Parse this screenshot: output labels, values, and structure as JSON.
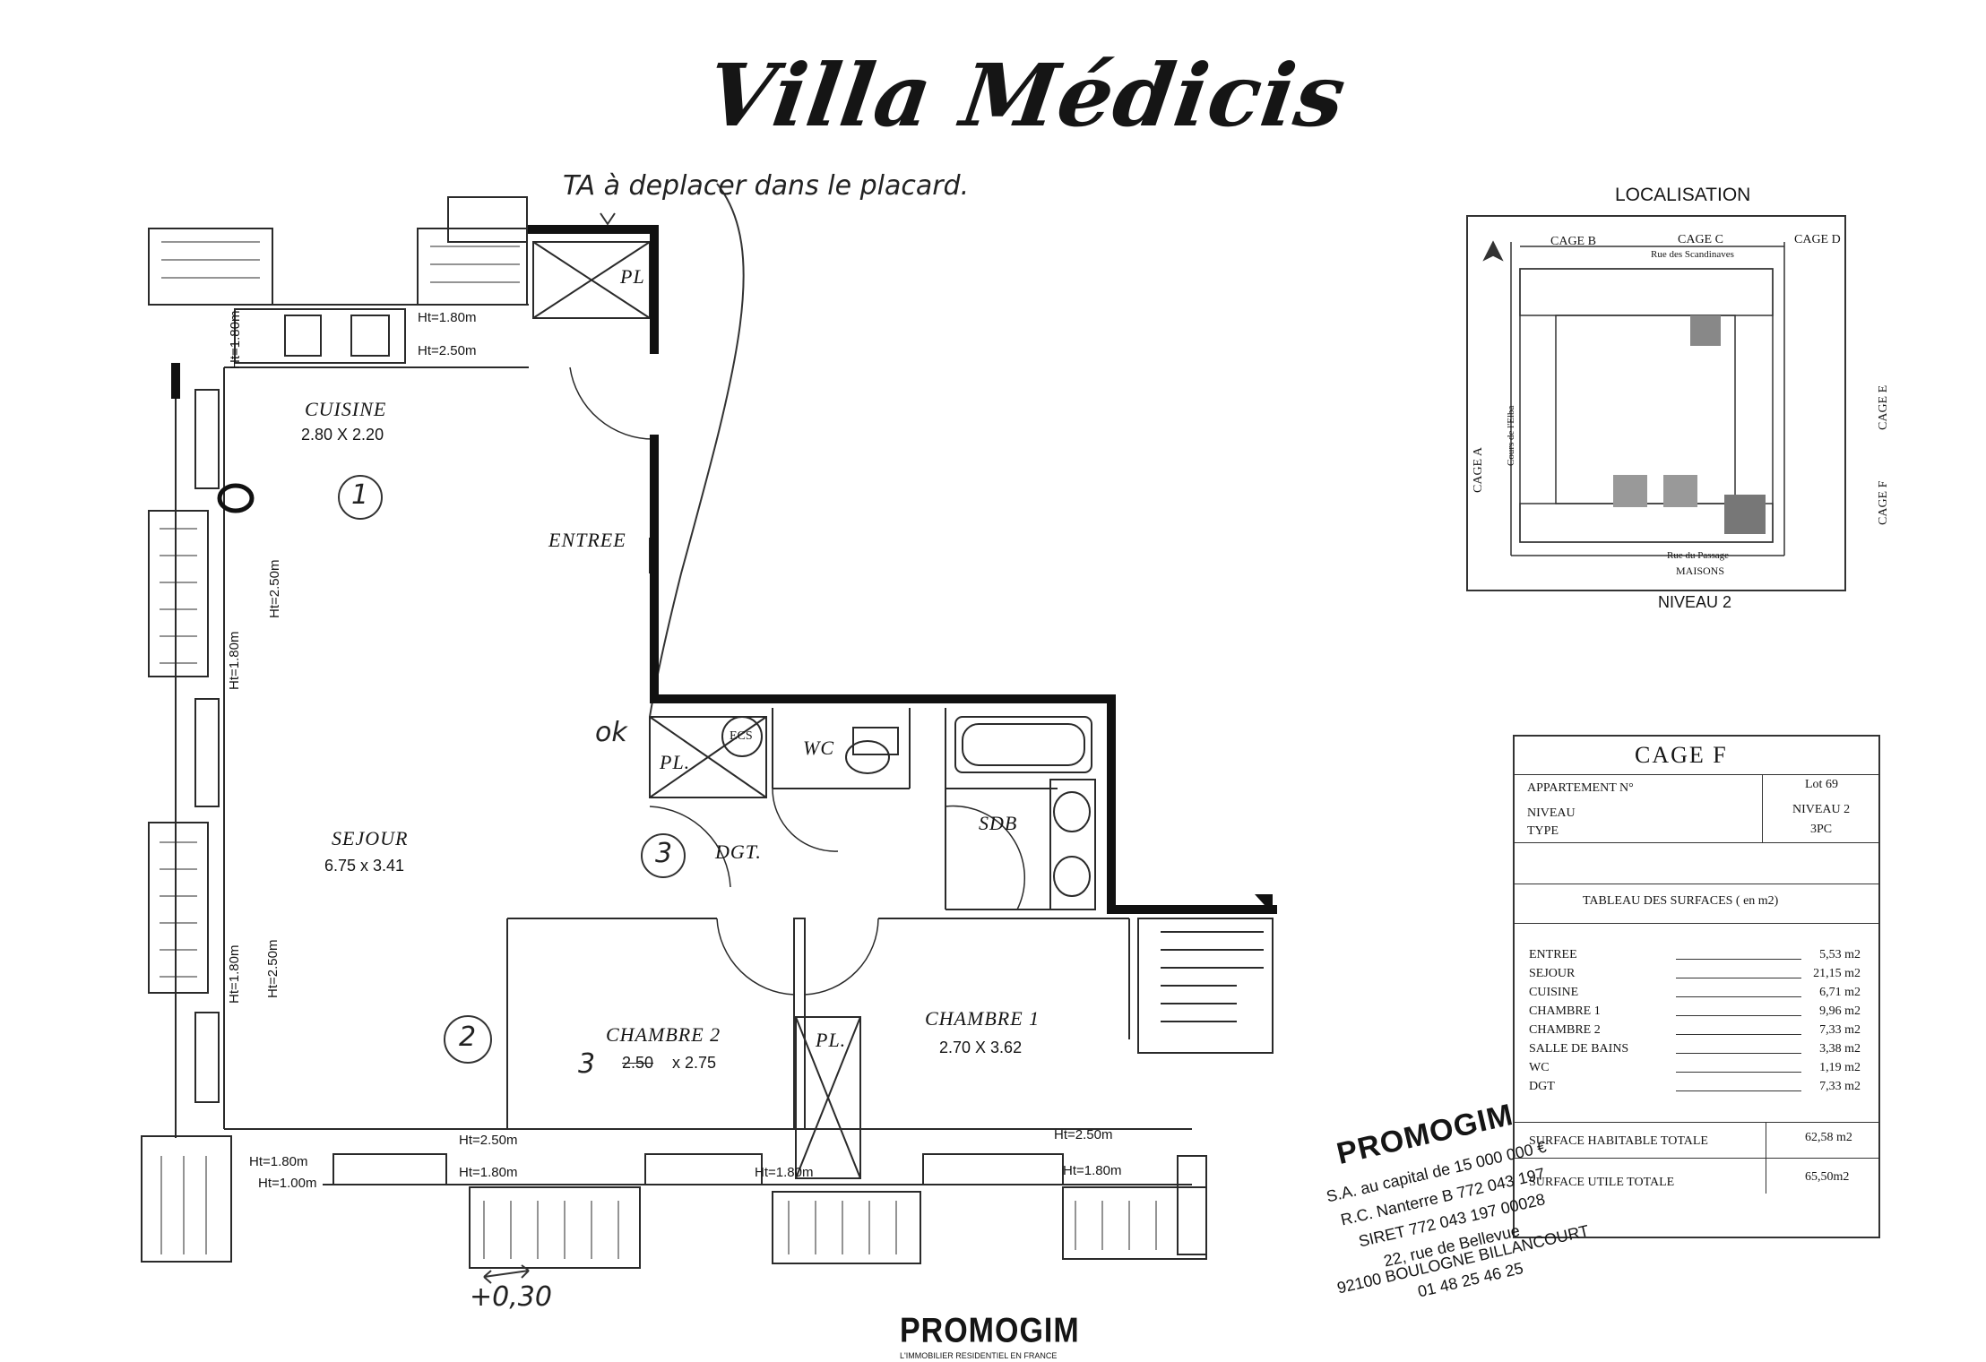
{
  "title": "Villa Médicis",
  "annotations": {
    "note_top": "TA à deplacer dans le placard.",
    "circle_1": "1",
    "circle_2": "2",
    "circle_3": "3",
    "chambre2_correction": "3",
    "ok_mark": "ok",
    "offset_note": "+0,30"
  },
  "rooms": {
    "cuisine": {
      "name": "CUISINE",
      "dims": "2.80 X 2.20"
    },
    "entree": {
      "name": "ENTREE"
    },
    "sejour": {
      "name": "SEJOUR",
      "dims": "6.75 x 3.41"
    },
    "chambre2": {
      "name": "CHAMBRE 2",
      "dims_struck": "2.50",
      "dims_rest": "x 2.75"
    },
    "chambre1": {
      "name": "CHAMBRE 1",
      "dims": "2.70 X 3.62"
    },
    "wc": {
      "name": "WC"
    },
    "sdb": {
      "name": "SDB"
    },
    "dgt": {
      "name": "DGT."
    },
    "ecs": {
      "name": "ECS"
    },
    "pl_top": {
      "name": "PL"
    },
    "pl_mid": {
      "name": "PL."
    },
    "pl_bottom": {
      "name": "PL."
    }
  },
  "heights": {
    "k1": "Ht=1.80m",
    "k2": "Ht=2.50m",
    "v_k": "Ht=1.80m",
    "v_w2": "Ht=2.50m",
    "v_w3": "Ht=1.80m",
    "v_s1": "Ht=1.80m",
    "v_s2": "Ht=2.50m",
    "b1": "Ht=1.80m",
    "b2": "Ht=1.00m",
    "b3": "Ht=2.50m",
    "b4": "Ht=1.80m",
    "b5": "Ht=1.80m",
    "b6": "Ht=2.50m",
    "b7": "Ht=1.80m"
  },
  "localisation": {
    "title": "LOCALISATION",
    "cage_b": "CAGE B",
    "cage_c": "CAGE C",
    "cage_d": "CAGE D",
    "cage_a": "CAGE A",
    "cage_e": "CAGE E",
    "cage_f": "CAGE F",
    "street_top": "Rue des Scandinaves",
    "street_bottom": "Rue du Passage",
    "street_left": "Cours de l'Elba",
    "maisons": "MAISONS",
    "niveau": "NIVEAU 2"
  },
  "table": {
    "header": "CAGE F",
    "appartement_label": "APPARTEMENT N°",
    "appartement_value": "Lot 69",
    "niveau_label": "NIVEAU",
    "niveau_value": "NIVEAU 2",
    "type_label": "TYPE",
    "type_value": "3PC",
    "surfaces_title": "TABLEAU DES SURFACES ( en m2)",
    "rows": [
      {
        "label": "ENTREE",
        "value": "5,53 m2"
      },
      {
        "label": "SEJOUR",
        "value": "21,15 m2"
      },
      {
        "label": "CUISINE",
        "value": "6,71 m2"
      },
      {
        "label": "CHAMBRE 1",
        "value": "9,96 m2"
      },
      {
        "label": "CHAMBRE 2",
        "value": "7,33 m2"
      },
      {
        "label": "SALLE DE BAINS",
        "value": "3,38 m2"
      },
      {
        "label": "WC",
        "value": "1,19 m2"
      },
      {
        "label": "DGT",
        "value": "7,33 m2"
      }
    ],
    "habitable_label": "SURFACE HABITABLE TOTALE",
    "habitable_value": "62,58 m2",
    "utile_label": "SURFACE UTILE TOTALE",
    "utile_value": "65,50m2"
  },
  "stamp": {
    "name": "PROMOGIM",
    "line1": "S.A. au capital de 15 000 000 €",
    "line2": "R.C. Nanterre B 772 043 197",
    "line3": "SIRET 772 043 197 00028",
    "line4": "22, rue de Bellevue",
    "line5": "92100 BOULOGNE BILLANCOURT",
    "line6": "01 48 25 46 25"
  },
  "footer": {
    "logo": "PROMOGIM",
    "tagline": "L'IMMOBILIER RESIDENTIEL EN FRANCE"
  }
}
